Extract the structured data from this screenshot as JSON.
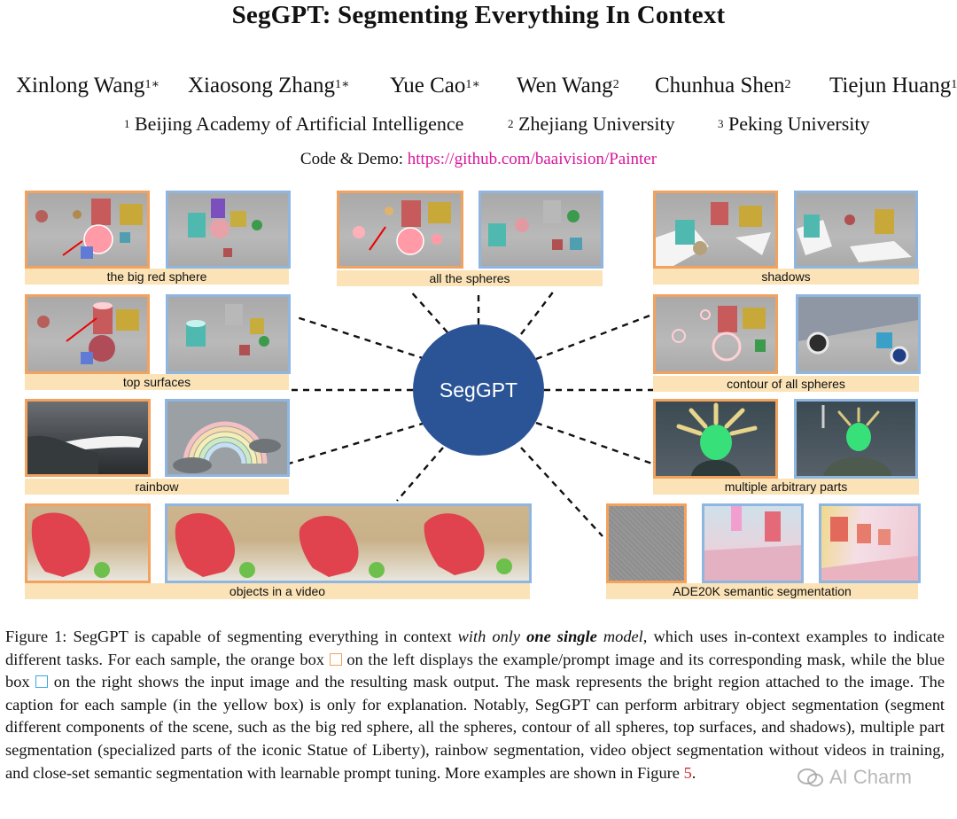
{
  "paper": {
    "title": "SegGPT: Segmenting Everything In Context",
    "authors": [
      {
        "name": "Xinlong Wang",
        "mark": "1∗"
      },
      {
        "name": "Xiaosong Zhang",
        "mark": "1∗"
      },
      {
        "name": "Yue Cao",
        "mark": "1∗"
      },
      {
        "name": "Wen Wang",
        "mark": "2"
      },
      {
        "name": "Chunhua Shen",
        "mark": "2"
      },
      {
        "name": "Tiejun Huang",
        "mark": "1"
      }
    ],
    "affiliations": [
      {
        "mark": "1",
        "name": "Beijing Academy of Artificial Intelligence"
      },
      {
        "mark": "2",
        "name": "Zhejiang University"
      },
      {
        "mark": "3",
        "name": "Peking University"
      }
    ],
    "code_label": "Code & Demo:",
    "code_url": "https://github.com/baaivision/Painter"
  },
  "figure": {
    "hub_label": "SegGPT",
    "hub_color": "#2b5496",
    "prompt_box_color": "#f2a25d",
    "input_box_color": "#8fb6e0",
    "label_bg_color": "#fbe3b7",
    "samples": [
      "the big red sphere",
      "all the spheres",
      "shadows",
      "top surfaces",
      "contour of all spheres",
      "rainbow",
      "multiple arbitrary parts",
      "objects in a video",
      "ADE20K semantic segmentation"
    ]
  },
  "caption": {
    "figure_label": "Figure 1:",
    "s1": "SegGPT is capable of segmenting everything in context",
    "em1": "with only",
    "strong": "one single",
    "em2": "model",
    "s2": ", which uses in-context examples to indicate different tasks. For each sample, the orange box",
    "s3": "on the left displays the example/prompt image and its corresponding mask, while the blue box",
    "s4": "on the right shows the input image and the resulting mask output. The mask represents the bright region attached to the image. The caption for each sample (in the yellow box) is only for explanation. Notably, SegGPT can perform arbitrary object segmentation (segment different components of the scene, such as the big red sphere, all the spheres, contour of all spheres, top surfaces, and shadows), multiple part segmentation (specialized parts of the iconic Statue of Liberty), rainbow segmentation, video object segmentation without videos in training, and close-set semantic segmentation with learnable prompt tuning. More examples are shown in Figure",
    "ref": "5",
    "end": "."
  },
  "watermark": "AI Charm"
}
